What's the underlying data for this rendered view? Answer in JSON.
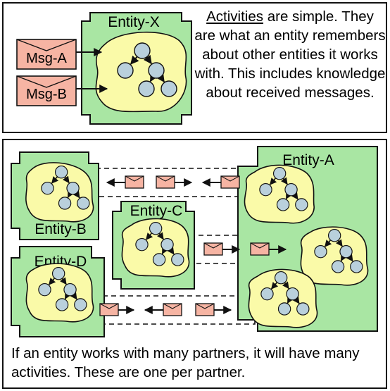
{
  "colors": {
    "entity_fill": "#a9e6a3",
    "activity_fill": "#fafaa8",
    "node_fill": "#b9d0dc",
    "message_fill": "#f6b4a3",
    "stroke": "#111111"
  },
  "top": {
    "entity_label": "Entity-X",
    "msg_a": "Msg-A",
    "msg_b": "Msg-B",
    "text_underlined": "Activities",
    "text_rest": " are simple. They are what an entity remembers about other entities it works with. This includes knowledge about received messages."
  },
  "bottom": {
    "entity_a": "Entity-A",
    "entity_b": "Entity-B",
    "entity_c": "Entity-C",
    "entity_d": "Entity-D",
    "caption": "If an entity works with many partners, it will have many activities.  These are one per partner."
  }
}
